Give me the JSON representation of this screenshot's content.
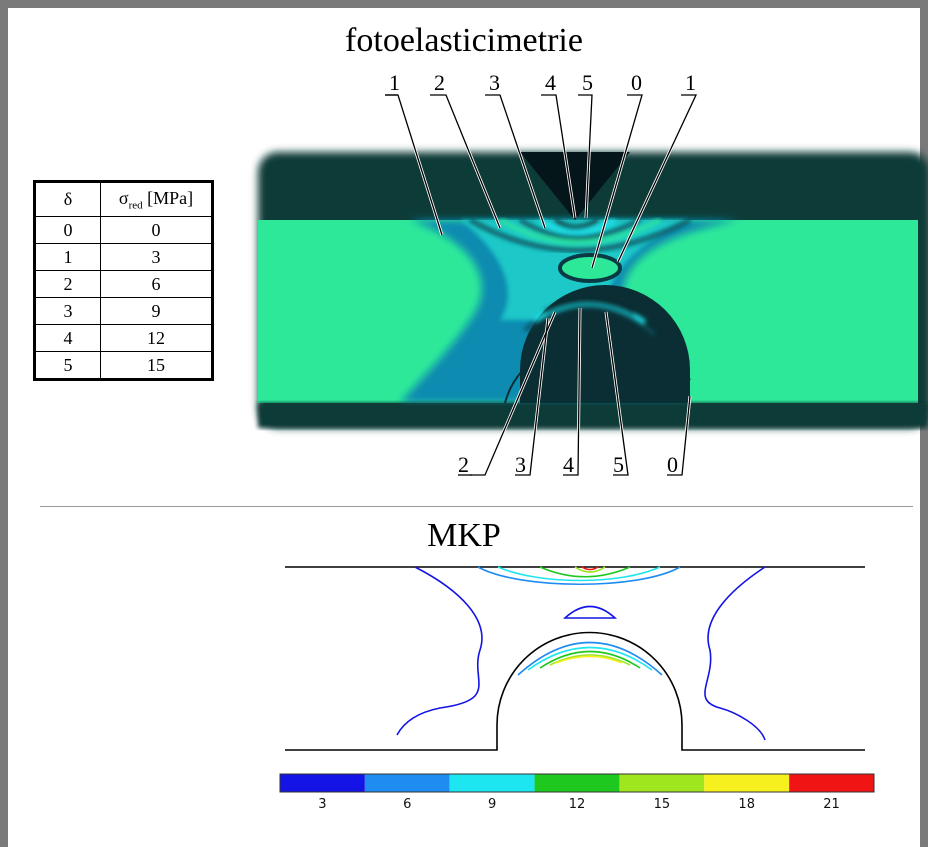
{
  "titles": {
    "top": "fotoelasticimetrie",
    "bottom": "MKP"
  },
  "table": {
    "col1_header": "δ",
    "col2_header_main": "σ",
    "col2_header_sub": "red",
    "col2_header_unit": " [MPa]",
    "rows": [
      {
        "delta": "0",
        "sigma": "0"
      },
      {
        "delta": "1",
        "sigma": "3"
      },
      {
        "delta": "2",
        "sigma": "6"
      },
      {
        "delta": "3",
        "sigma": "9"
      },
      {
        "delta": "4",
        "sigma": "12"
      },
      {
        "delta": "5",
        "sigma": "15"
      }
    ]
  },
  "fringe_labels_top": [
    "1",
    "2",
    "3",
    "4",
    "5",
    "0",
    "1"
  ],
  "fringe_labels_bottom": [
    "2",
    "3",
    "4",
    "5",
    "0"
  ],
  "colorbar": {
    "colors": [
      "#1414e6",
      "#1e8cf0",
      "#1ee6f0",
      "#1ec81e",
      "#a0e61e",
      "#f5f01e",
      "#f01414"
    ],
    "tick_labels": [
      "3",
      "6",
      "9",
      "12",
      "15",
      "18",
      "21"
    ]
  },
  "colors": {
    "photo_green": "#2ee89a",
    "photo_dark": "#0d3a37",
    "fem_outline": "#000000"
  }
}
